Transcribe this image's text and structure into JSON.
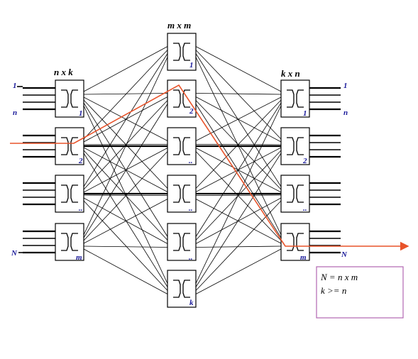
{
  "headers": {
    "ingress": "n x k",
    "middle": "m x m",
    "egress": "k x n"
  },
  "ingress_labels": [
    "1",
    "2",
    "..",
    "m"
  ],
  "middle_labels": [
    "1",
    "2",
    "..",
    "..",
    "..",
    "k"
  ],
  "egress_labels": [
    "1",
    "2",
    "..",
    "m"
  ],
  "io_labels": {
    "input_first": "1",
    "input_n": "n",
    "input_last": "N",
    "output_first": "1",
    "output_n": "n",
    "output_last": "N"
  },
  "note": {
    "line1": "N = n x m",
    "line2": "k >= n"
  },
  "colors": {
    "route": "#e8532a",
    "label_blue": "#1a1a9a",
    "note_border": "#b266b2"
  }
}
